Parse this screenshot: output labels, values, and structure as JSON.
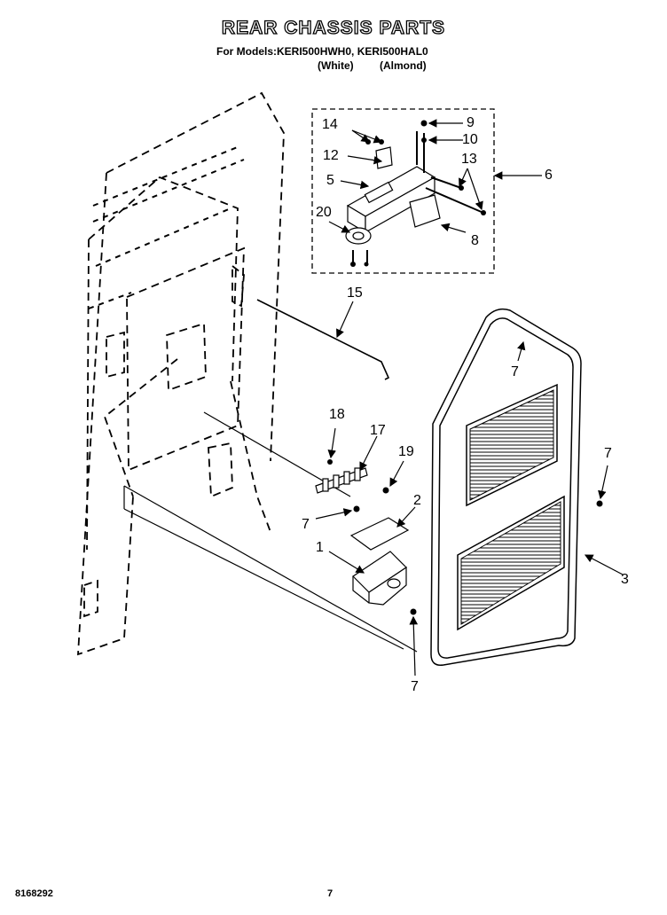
{
  "header": {
    "title": "REAR CHASSIS PARTS",
    "models_line": "For Models:KERI500HWH0, KERI500HAL0",
    "color_white": "(White)",
    "color_almond": "(Almond)"
  },
  "callouts": {
    "c1": "1",
    "c2": "2",
    "c3": "3",
    "c5": "5",
    "c6": "6",
    "c7a": "7",
    "c7b": "7",
    "c7c": "7",
    "c7d": "7",
    "c8": "8",
    "c9": "9",
    "c10": "10",
    "c12": "12",
    "c13": "13",
    "c14": "14",
    "c15": "15",
    "c17": "17",
    "c18": "18",
    "c19": "19",
    "c20": "20"
  },
  "footer": {
    "part_number": "8168292",
    "page_number": "7"
  }
}
